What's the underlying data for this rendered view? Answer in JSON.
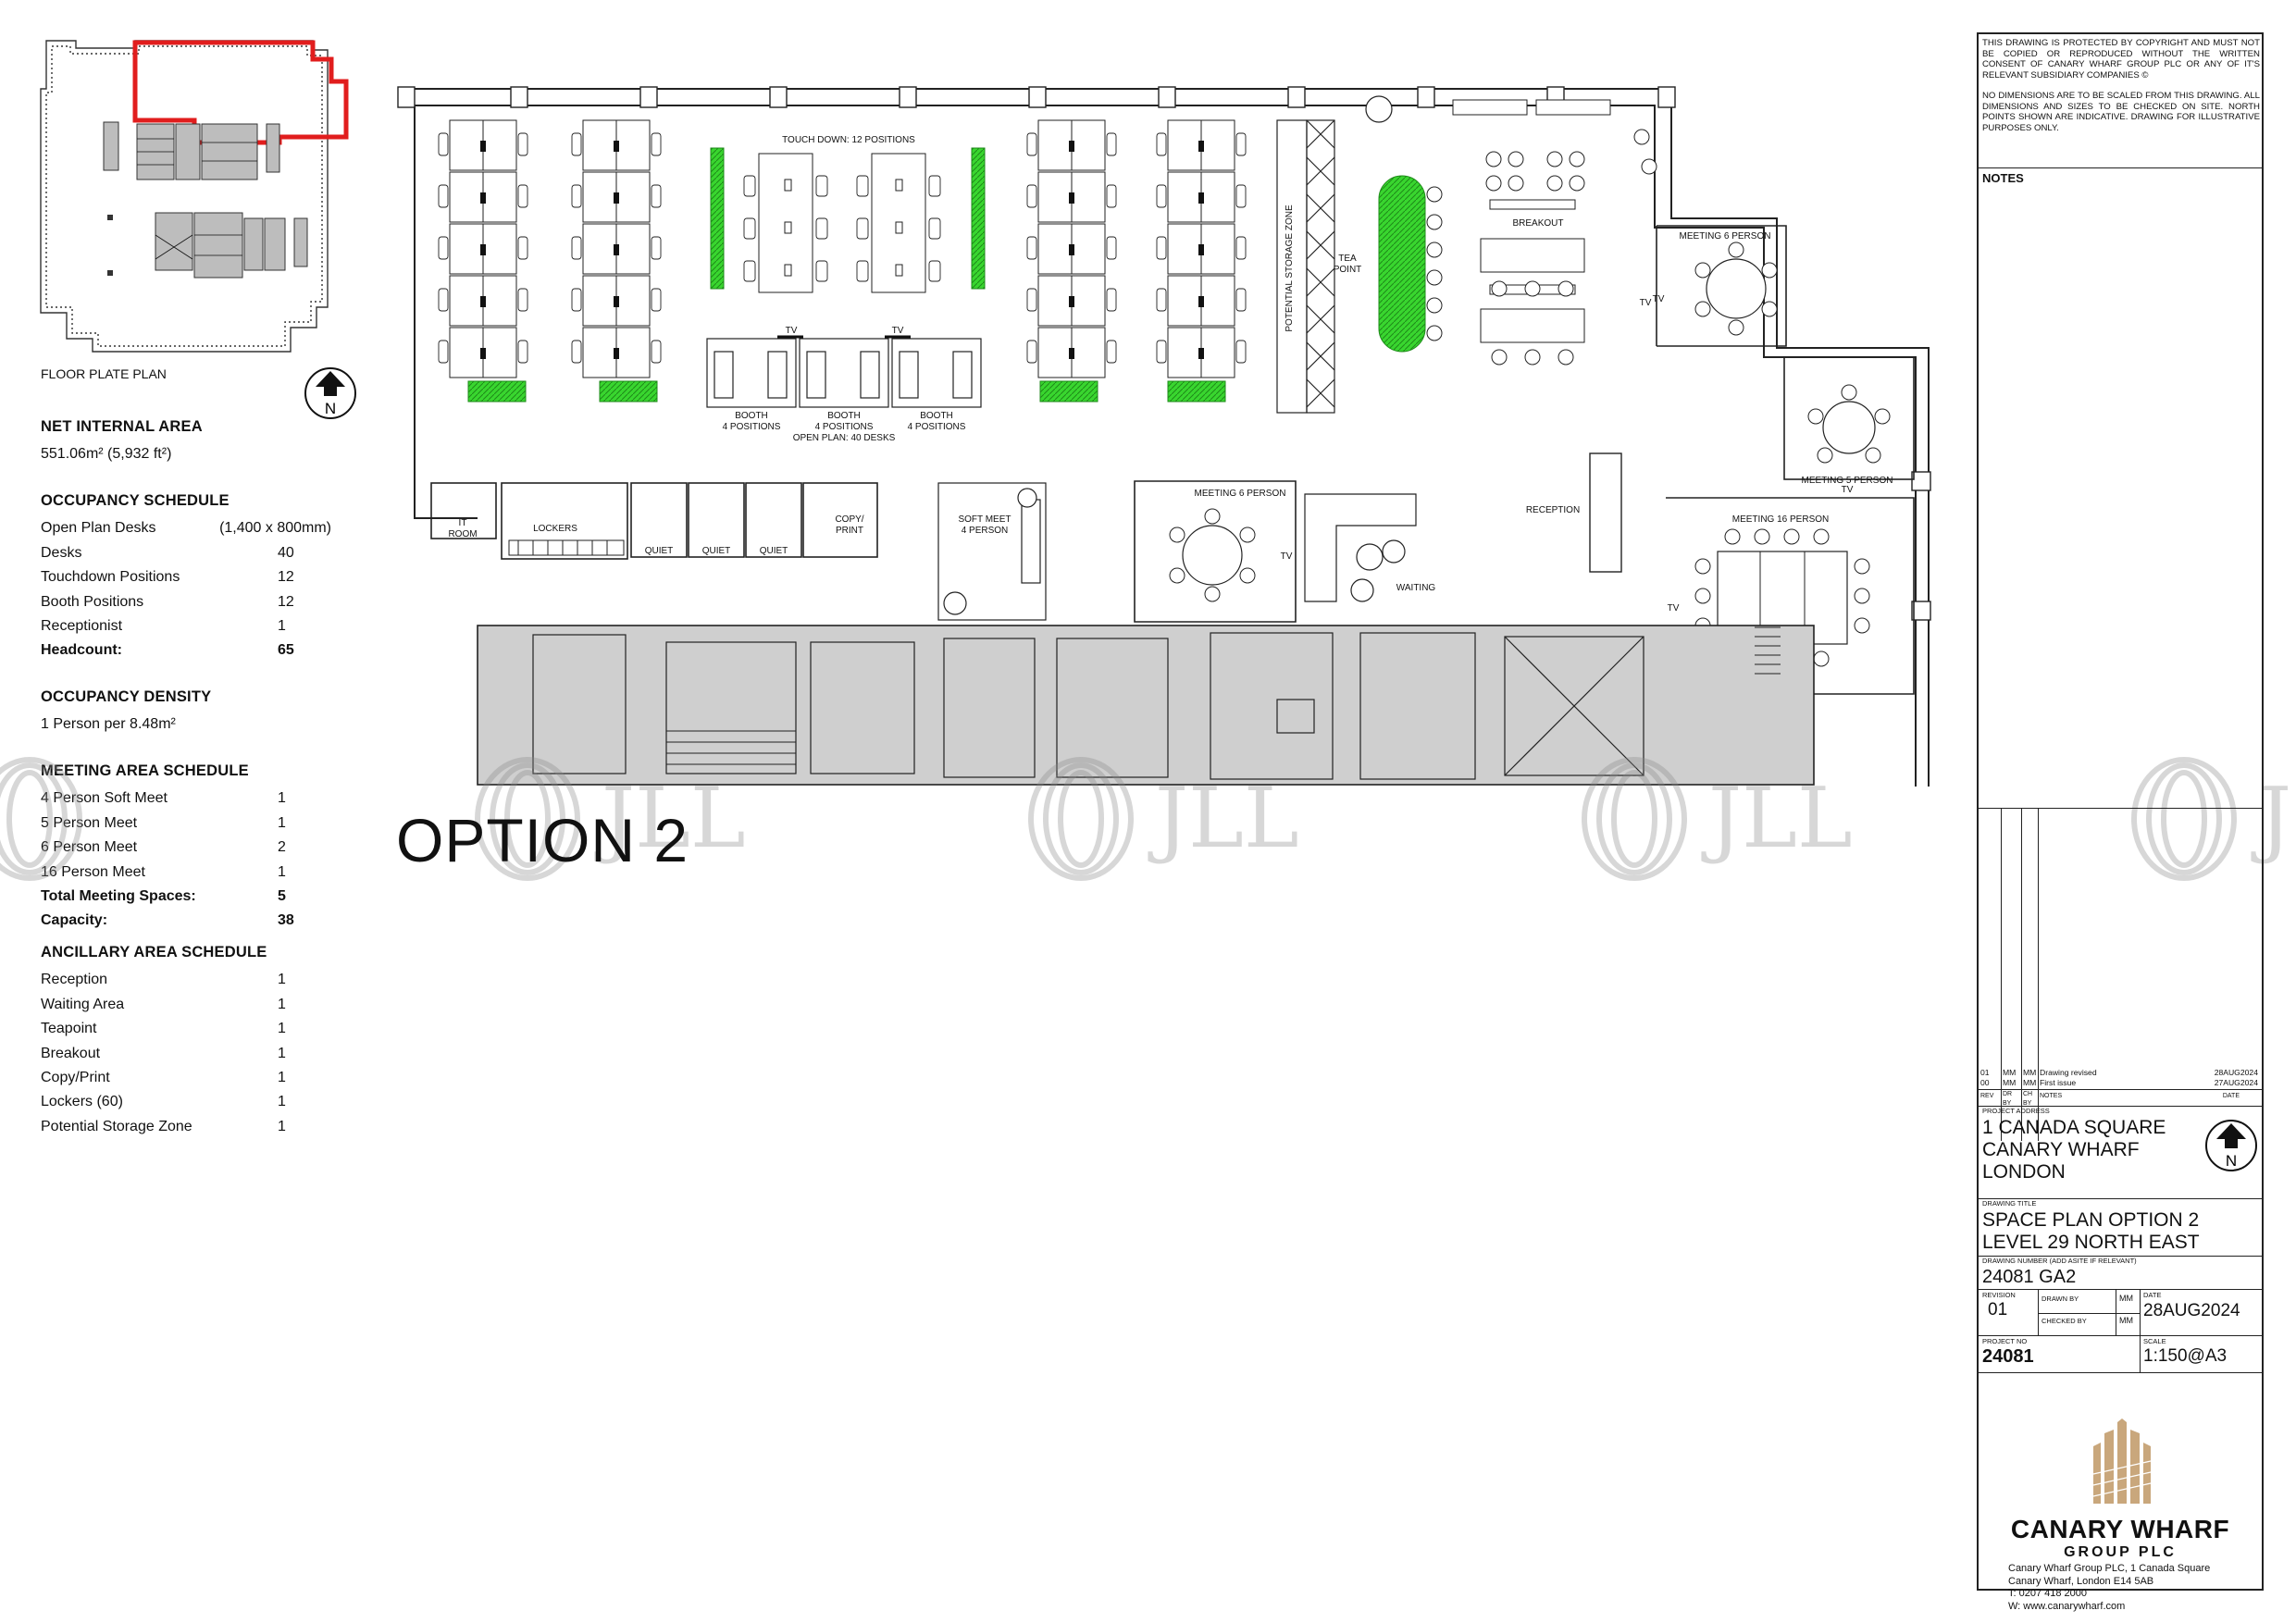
{
  "keyplan": {
    "label": "FLOOR PLATE PLAN"
  },
  "north": {
    "letter": "N"
  },
  "nia": {
    "heading": "NET INTERNAL AREA",
    "value": "551.06m² (5,932 ft²)"
  },
  "occupancy": {
    "heading": "OCCUPANCY SCHEDULE",
    "open_plan_label": "Open Plan Desks",
    "open_plan_size": "(1,400 x 800mm)",
    "rows": [
      {
        "label": "Desks",
        "value": "40"
      },
      {
        "label": "Touchdown Positions",
        "value": "12"
      },
      {
        "label": "Booth Positions",
        "value": "12"
      },
      {
        "label": "Receptionist",
        "value": "1"
      },
      {
        "label": "Headcount:",
        "value": "65"
      }
    ]
  },
  "density": {
    "heading": "OCCUPANCY DENSITY",
    "value": "1 Person per 8.48m²"
  },
  "meeting": {
    "heading": "MEETING AREA SCHEDULE",
    "rows": [
      {
        "label": "4 Person Soft Meet",
        "value": "1"
      },
      {
        "label": "5 Person Meet",
        "value": "1"
      },
      {
        "label": "6 Person Meet",
        "value": "2"
      },
      {
        "label": "16 Person Meet",
        "value": "1"
      },
      {
        "label": "Total Meeting Spaces:",
        "value": "5"
      },
      {
        "label": "Capacity:",
        "value": "38"
      }
    ]
  },
  "ancillary": {
    "heading": "ANCILLARY AREA SCHEDULE",
    "rows": [
      {
        "label": "Reception",
        "value": "1"
      },
      {
        "label": "Waiting Area",
        "value": "1"
      },
      {
        "label": "Teapoint",
        "value": "1"
      },
      {
        "label": "Breakout",
        "value": "1"
      },
      {
        "label": "Copy/Print",
        "value": "1"
      },
      {
        "label": "Lockers (60)",
        "value": "1"
      },
      {
        "label": "Potential Storage Zone",
        "value": "1"
      }
    ]
  },
  "plan": {
    "option_title": "OPTION 2",
    "labels": {
      "touchdown": "TOUCH DOWN: 12 POSITIONS",
      "tv": "TV",
      "booth": "BOOTH",
      "booth_positions": "4 POSITIONS",
      "open_plan": "OPEN PLAN: 40 DESKS",
      "storage": "POTENTIAL STORAGE ZONE",
      "tea": "TEA",
      "point": "POINT",
      "breakout": "BREAKOUT",
      "meeting6": "MEETING 6 PERSON",
      "meeting5": "MEETING 5 PERSON",
      "meeting16": "MEETING 16 PERSON",
      "reception": "RECEPTION",
      "waiting": "WAITING",
      "soft_meet": "SOFT MEET",
      "soft_meet2": "4 PERSON",
      "it": "IT",
      "room": "ROOM",
      "lockers": "LOCKERS",
      "quiet": "QUIET",
      "copy": "COPY/",
      "print": "PRINT"
    }
  },
  "watermark": {
    "text": "JLL"
  },
  "title_block": {
    "copyright": "THIS DRAWING IS PROTECTED BY COPYRIGHT AND MUST NOT BE COPIED OR REPRODUCED WITHOUT THE WRITTEN CONSENT OF CANARY WHARF GROUP PLC OR ANY OF IT'S RELEVANT SUBSIDIARY COMPANIES ©",
    "dimensions": "NO DIMENSIONS ARE TO BE SCALED FROM THIS DRAWING. ALL DIMENSIONS AND SIZES TO BE CHECKED ON SITE. NORTH POINTS SHOWN ARE INDICATIVE. DRAWING FOR ILLUSTRATIVE PURPOSES ONLY.",
    "notes_heading": "NOTES",
    "revisions": [
      {
        "rev": "01",
        "dr": "MM",
        "ch": "MM",
        "note": "Drawing revised",
        "date": "28AUG2024"
      },
      {
        "rev": "00",
        "dr": "MM",
        "ch": "MM",
        "note": "First issue",
        "date": "27AUG2024"
      }
    ],
    "rev_head": {
      "rev": "REV",
      "dr": "DR BY",
      "ch": "CH BY",
      "notes": "NOTES",
      "date": "DATE"
    },
    "project_address_label": "PROJECT ADDRESS",
    "address": [
      "1 CANADA SQUARE",
      "CANARY WHARF",
      "LONDON"
    ],
    "drawing_title_label": "DRAWING TITLE",
    "drawing_title": [
      "SPACE PLAN OPTION 2",
      "LEVEL 29 NORTH EAST"
    ],
    "drawing_number_label": "DRAWING NUMBER (ADD ASITE IF RELEVANT)",
    "drawing_number": "24081 GA2",
    "revision_label": "REVISION",
    "revision": "01",
    "drawn_by_label": "DRAWN BY",
    "drawn_by": "MM",
    "checked_by_label": "CHECKED BY",
    "checked_by": "MM",
    "date_label": "DATE",
    "date": "28AUG2024",
    "project_no_label": "PROJECT NO",
    "project_no": "24081",
    "scale_label": "SCALE",
    "scale": "1:150@A3",
    "company": "CANARY WHARF",
    "company_sub": "GROUP PLC",
    "company_address": [
      "Canary Wharf Group PLC, 1 Canada Square",
      "Canary Wharf, London E14 5AB",
      "T:  0207 418 2000",
      "W: www.canarywharf.com"
    ]
  },
  "colors": {
    "line": "#222222",
    "core_fill": "#cfcfcf",
    "planter": "#39d62f",
    "highlight": "#e11d1d",
    "logo_gold": "#c9a77c"
  }
}
